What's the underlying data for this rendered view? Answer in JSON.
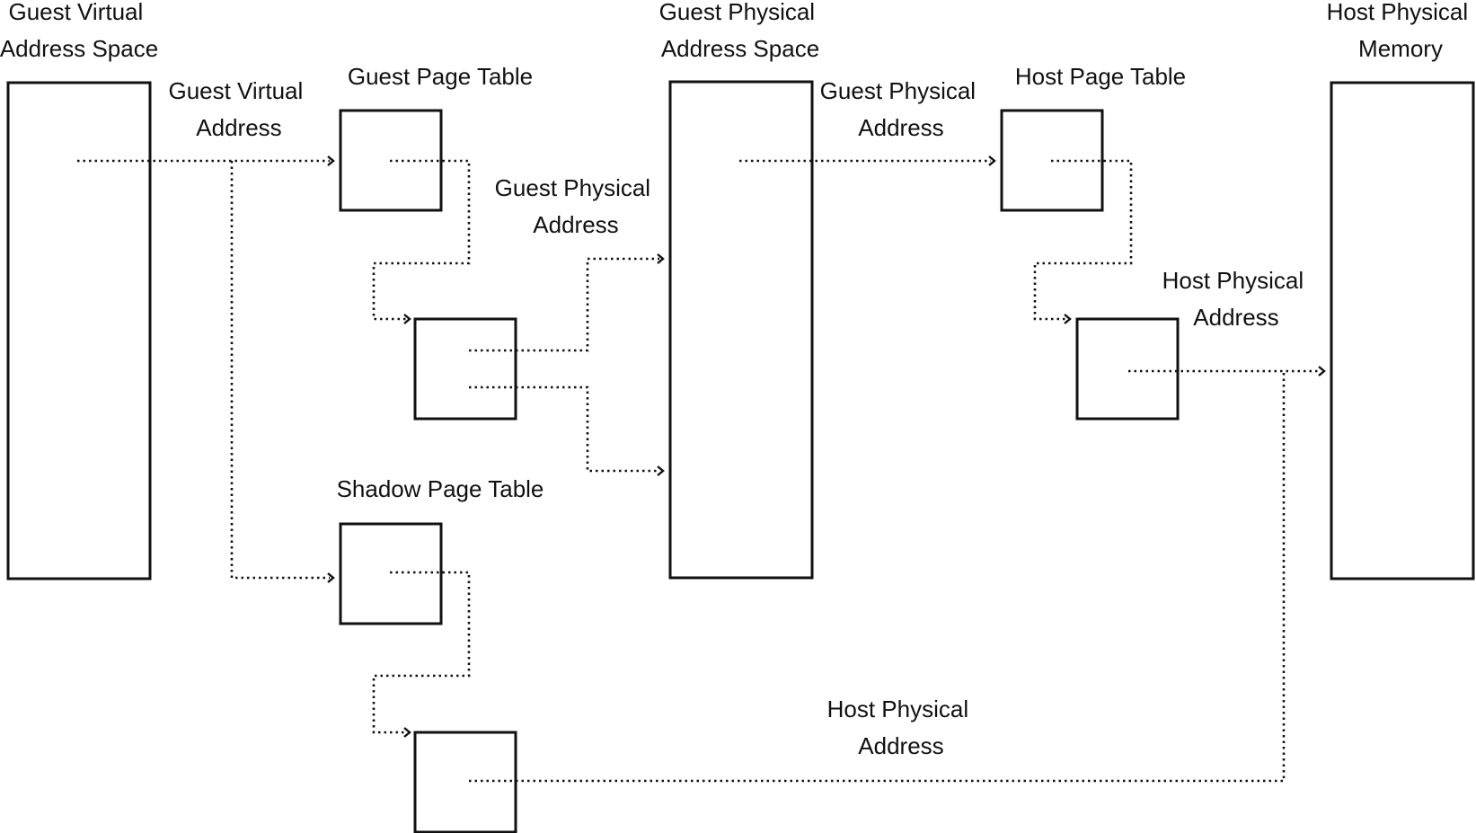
{
  "diagram": {
    "labels": {
      "guest_virtual_space": [
        "Guest Virtual",
        "Address Space"
      ],
      "guest_virtual_address": [
        "Guest Virtual",
        "Address"
      ],
      "guest_page_table": "Guest Page Table",
      "guest_physical_address_mid": [
        "Guest Physical",
        "Address"
      ],
      "guest_physical_space": [
        "Guest Physical",
        "Address Space"
      ],
      "guest_physical_address_right": [
        "Guest Physical",
        "Address"
      ],
      "host_page_table": "Host Page Table",
      "host_physical_address_upper": [
        "Host Physical",
        "Address"
      ],
      "host_physical_memory": [
        "Host Physical",
        "Memory"
      ],
      "shadow_page_table": "Shadow Page Table",
      "host_physical_address_lower": [
        "Host Physical",
        "Address"
      ]
    }
  }
}
